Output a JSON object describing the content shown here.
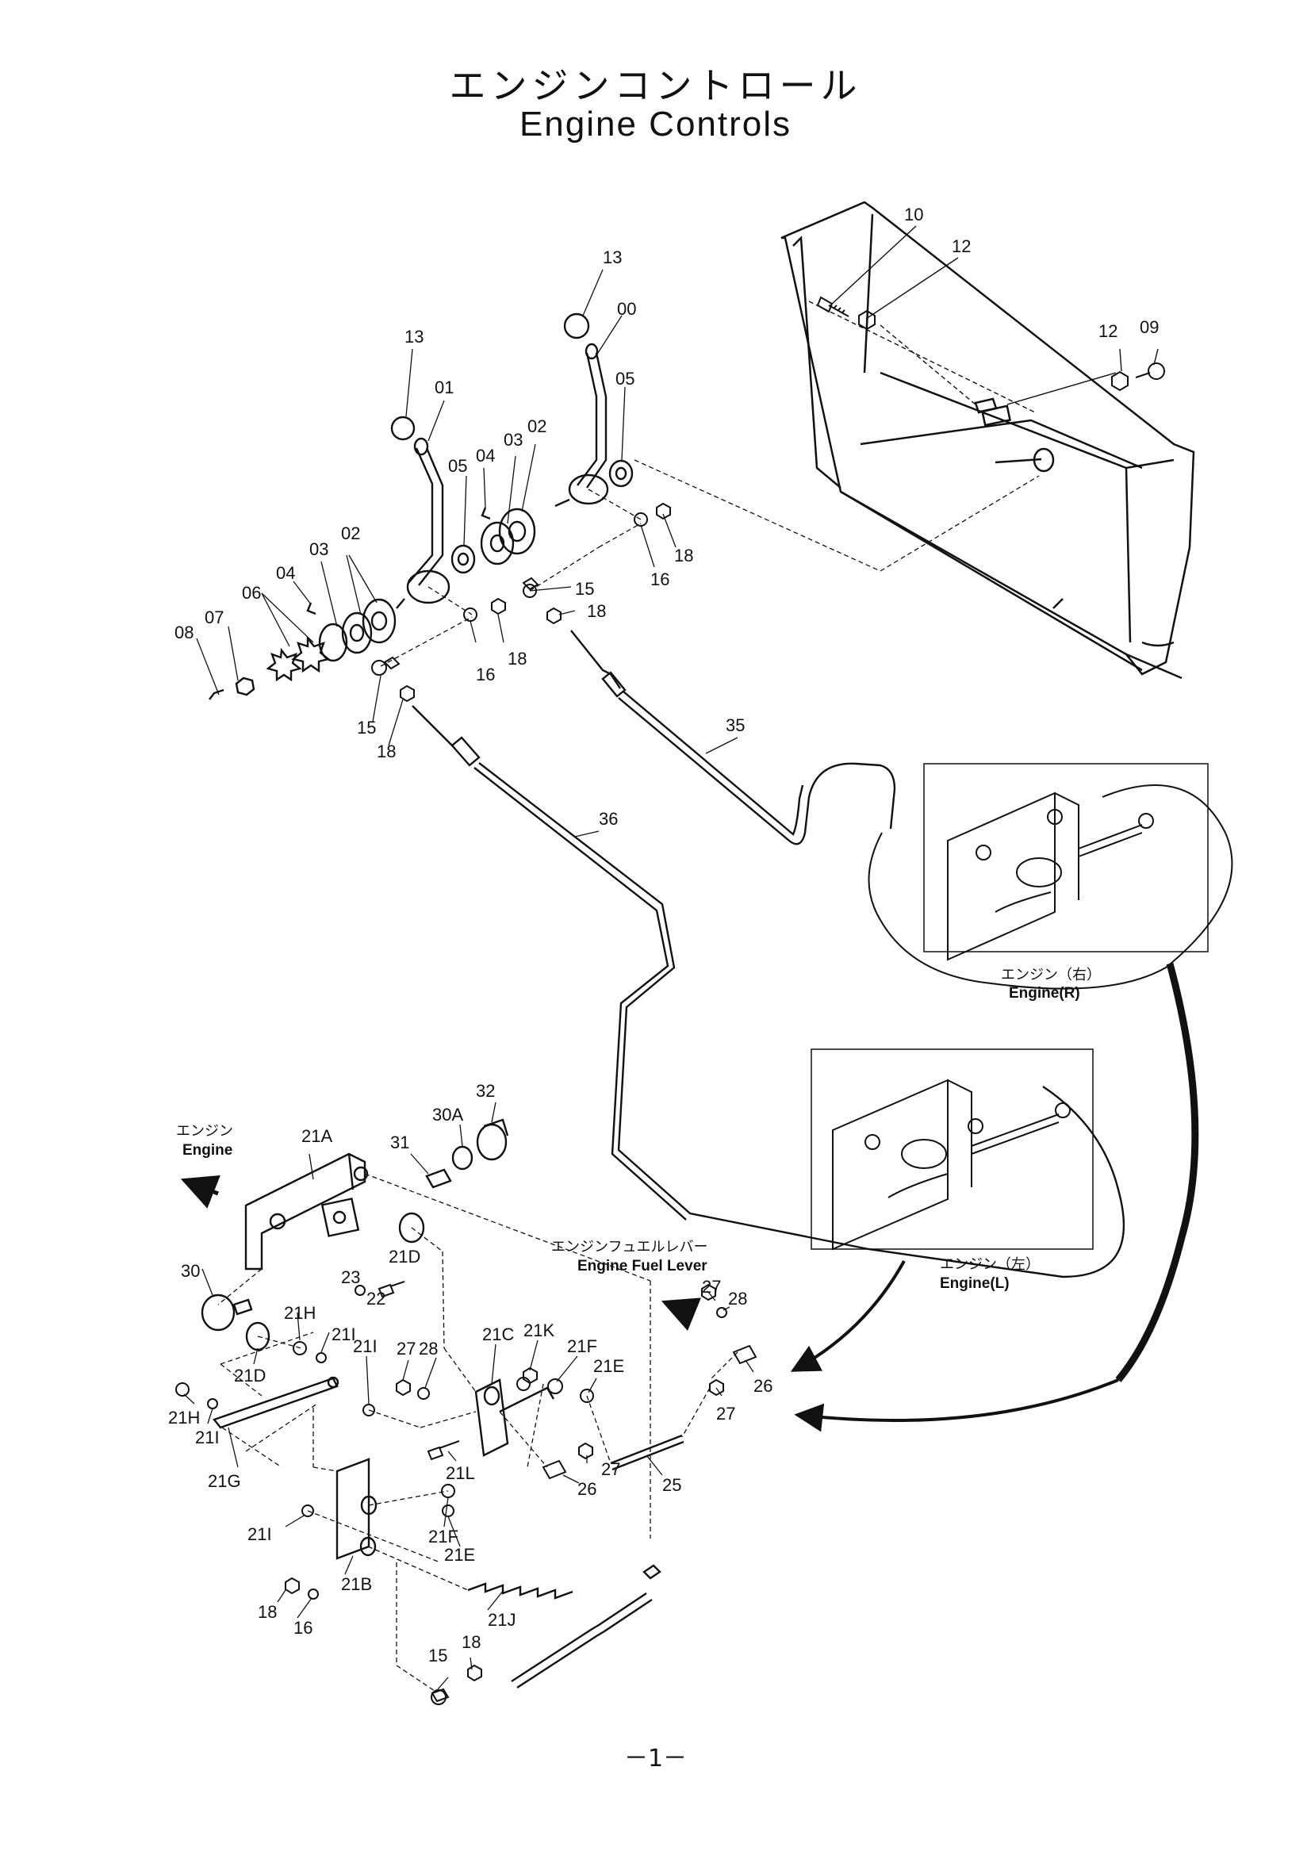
{
  "header": {
    "title_jp": "エンジンコントロール",
    "title_en": "Engine Controls"
  },
  "footer": {
    "page_number": "－1－"
  },
  "captions": {
    "engine_jp": "エンジン",
    "engine_en": "Engine",
    "fuel_lever_jp": "エンジンフュエルレバー",
    "fuel_lever_en": "Engine Fuel Lever",
    "engine_r_jp": "エンジン（右）",
    "engine_r_en": "Engine(R)",
    "engine_l_jp": "エンジン（左）",
    "engine_l_en": "Engine(L)"
  },
  "part_labels": {
    "p13a": "13",
    "p13b": "13",
    "p00": "00",
    "p01": "01",
    "p05a": "05",
    "p05b": "05",
    "p04a": "04",
    "p04b": "04",
    "p03a": "03",
    "p03b": "03",
    "p02a": "02",
    "p02b": "02",
    "p06": "06",
    "p07": "07",
    "p08": "08",
    "p10": "10",
    "p12a": "12",
    "p12b": "12",
    "p09": "09",
    "p15a": "15",
    "p15b": "15",
    "p15c": "15",
    "p16a": "16",
    "p16b": "16",
    "p16c": "16",
    "p18a": "18",
    "p18b": "18",
    "p18c": "18",
    "p18d": "18",
    "p18e": "18",
    "p18f": "18",
    "p35": "35",
    "p36": "36",
    "p21A": "21A",
    "p21B": "21B",
    "p21C": "21C",
    "p21Da": "21D",
    "p21Db": "21D",
    "p21Ea": "21E",
    "p21Eb": "21E",
    "p21Fa": "21F",
    "p21Fb": "21F",
    "p21G": "21G",
    "p21Ha": "21H",
    "p21Hb": "21H",
    "p21Ia": "21I",
    "p21Ib": "21I",
    "p21Ic": "21I",
    "p21Id": "21I",
    "p21J": "21J",
    "p21K": "21K",
    "p21L": "21L",
    "p22": "22",
    "p23": "23",
    "p25": "25",
    "p26a": "26",
    "p26b": "26",
    "p27a": "27",
    "p27b": "27",
    "p27c": "27",
    "p27d": "27",
    "p28a": "28",
    "p28b": "28",
    "p30": "30",
    "p30A": "30A",
    "p31": "31",
    "p32": "32"
  },
  "icons": {
    "arrow_engine": "left-arrow-icon",
    "arrow_fuel_lever": "left-arrow-icon",
    "arrow_to_engine_r": "curved-arrow-icon",
    "arrow_to_engine_l": "curved-arrow-icon"
  }
}
